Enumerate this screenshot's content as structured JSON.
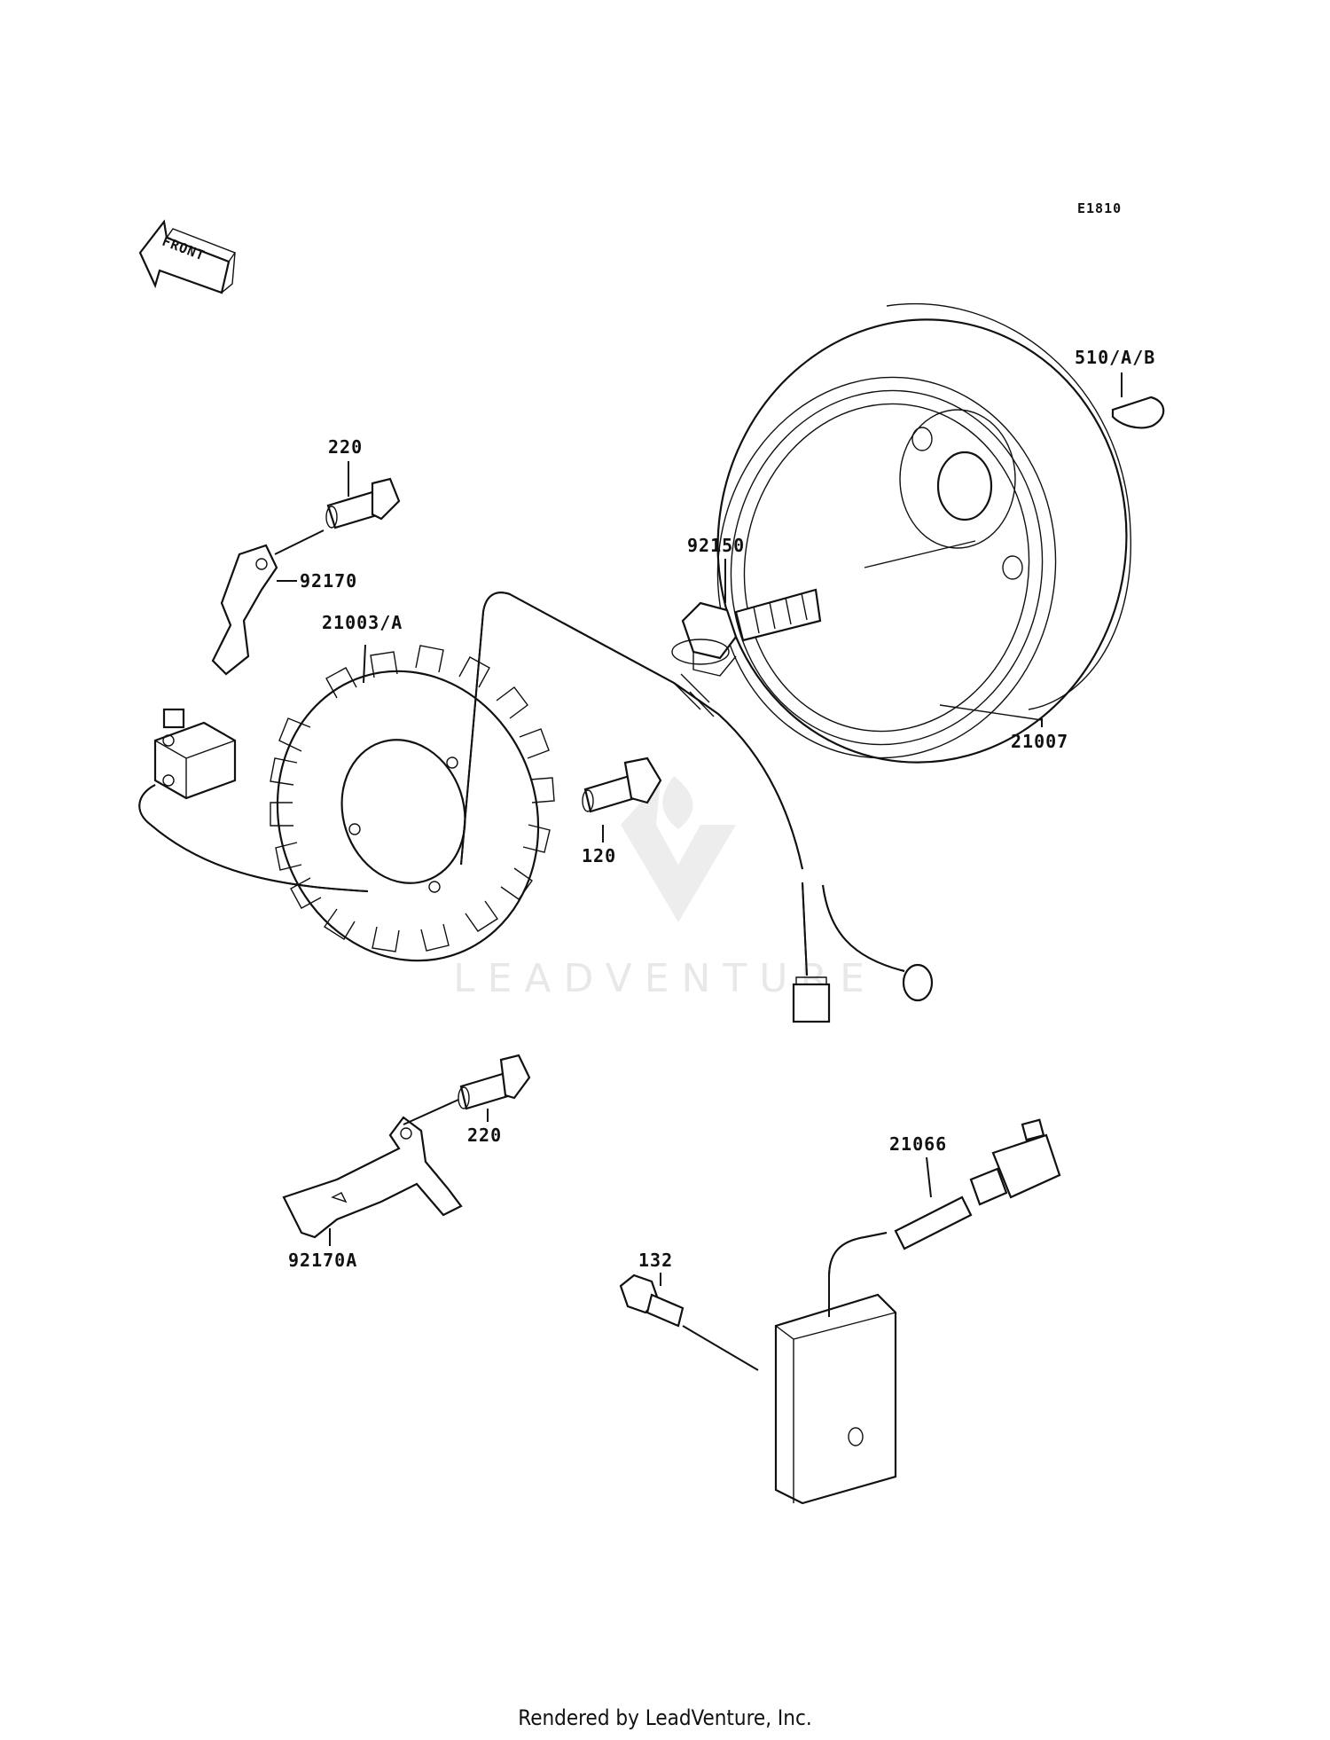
{
  "diagram": {
    "code": "E1810",
    "front_label": "FRONT",
    "watermark": "LEADVENTURE",
    "footer": "Rendered by LeadVenture, Inc.",
    "parts": [
      {
        "id": "510AB",
        "label": "510/A/B"
      },
      {
        "id": "220a",
        "label": "220"
      },
      {
        "id": "92170",
        "label": "92170"
      },
      {
        "id": "21003A",
        "label": "21003/A"
      },
      {
        "id": "92150",
        "label": "92150"
      },
      {
        "id": "21007",
        "label": "21007"
      },
      {
        "id": "120",
        "label": "120"
      },
      {
        "id": "220b",
        "label": "220"
      },
      {
        "id": "92170A",
        "label": "92170A"
      },
      {
        "id": "21066",
        "label": "21066"
      },
      {
        "id": "132",
        "label": "132"
      }
    ]
  }
}
